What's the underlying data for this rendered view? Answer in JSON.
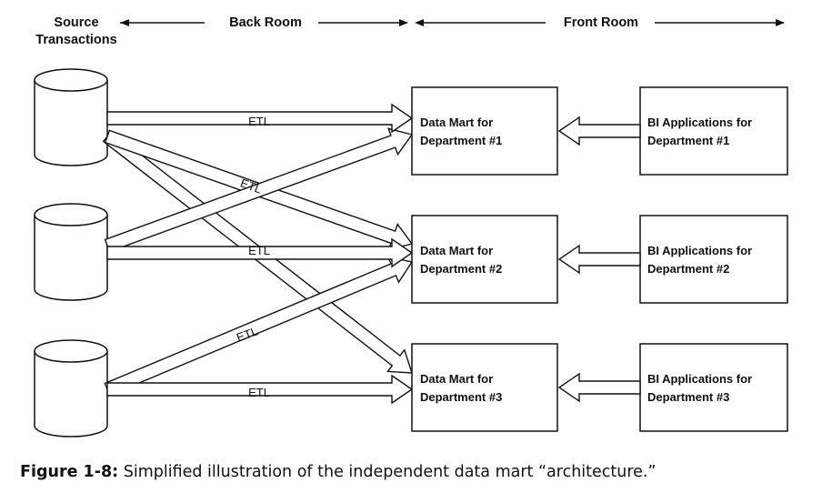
{
  "headers": {
    "source": [
      "Source",
      "Transactions"
    ],
    "back_room": "Back Room",
    "front_room": "Front Room"
  },
  "etl_label": "ETL",
  "data_marts": [
    {
      "line1": "Data Mart for",
      "line2": "Department #1"
    },
    {
      "line1": "Data Mart for",
      "line2": "Department #2"
    },
    {
      "line1": "Data Mart for",
      "line2": "Department #3"
    }
  ],
  "bi_apps": [
    {
      "line1": "BI Applications for",
      "line2": "Department #1"
    },
    {
      "line1": "BI Applications for",
      "line2": "Department #2"
    },
    {
      "line1": "BI Applications for",
      "line2": "Department #3"
    }
  ],
  "caption": {
    "figure": "Figure 1-8:",
    "text": "Simplified illustration of the independent data mart “architecture.”"
  }
}
